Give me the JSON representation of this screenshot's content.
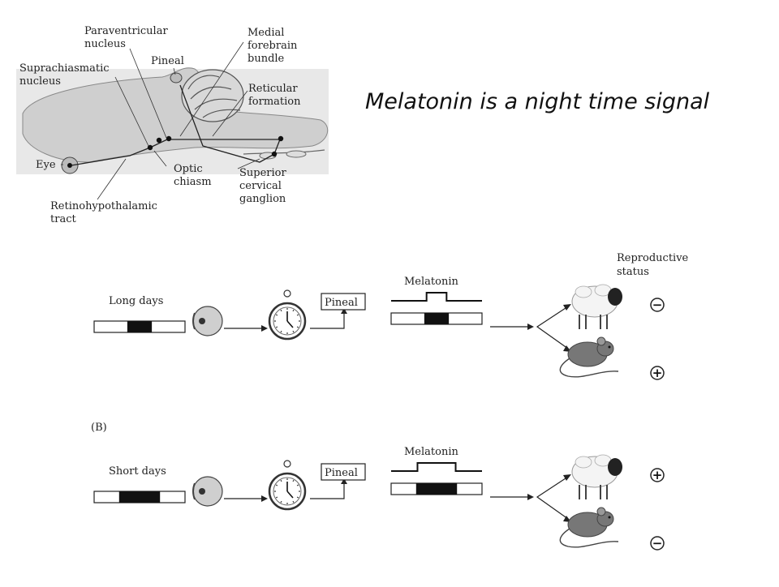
{
  "title": "Melatonin is a night time signal",
  "brain_labels": {
    "paraventricular": [
      "Paraventricular",
      "nucleus"
    ],
    "suprachiasmatic": [
      "Suprachiasmatic",
      "nucleus"
    ],
    "pineal": "Pineal",
    "medial_forebrain": [
      "Medial",
      "forebrain",
      "bundle"
    ],
    "reticular": [
      "Reticular",
      "formation"
    ],
    "eye": "Eye",
    "optic_chiasm": [
      "Optic",
      "chiasm"
    ],
    "superior_cervical": [
      "Superior",
      "cervical",
      "ganglion"
    ],
    "retinohypothalamic": [
      "Retinohypothalamic",
      "tract"
    ]
  },
  "pathway": {
    "reproductive_status": [
      "Reproductive",
      "status"
    ],
    "panel_b_label": "(B)",
    "pineal_box": "Pineal",
    "melatonin": "Melatonin",
    "rows": [
      {
        "photoperiod": "Long days",
        "night_fraction": 0.27,
        "melatonin_fraction": 0.22,
        "sheep_sign": "−",
        "mouse_sign": "+"
      },
      {
        "photoperiod": "Short days",
        "night_fraction": 0.45,
        "melatonin_fraction": 0.42,
        "sheep_sign": "+",
        "mouse_sign": "−"
      }
    ]
  },
  "icons": [
    "eye-icon",
    "clock-icon",
    "sheep-icon",
    "mouse-icon",
    "brain-icon"
  ]
}
